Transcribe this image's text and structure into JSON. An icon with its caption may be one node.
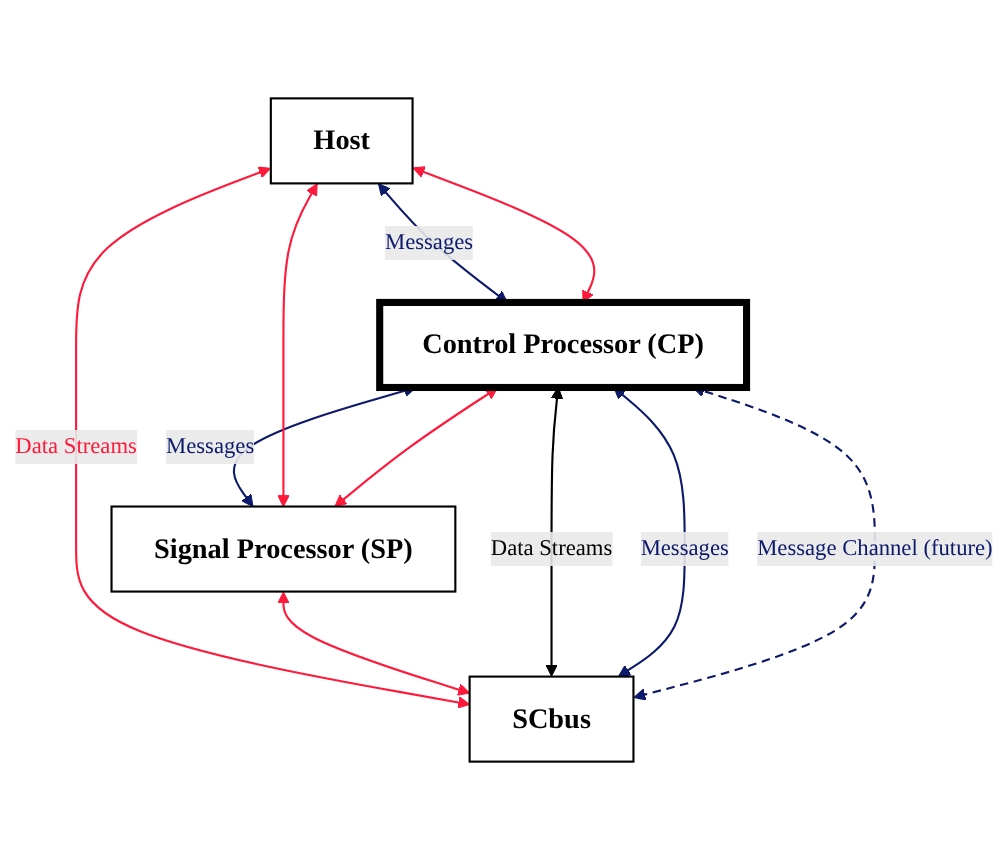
{
  "diagram": {
    "nodes": [
      {
        "text": [
          "Host"
        ]
      },
      {
        "text": [
          "Control Processor (CP)"
        ]
      },
      {
        "text": [
          "Signal Processor (SP)"
        ]
      },
      {
        "text": [
          "SCbus"
        ]
      }
    ],
    "edges": [
      {
        "from": 0,
        "to": 1,
        "arrow": "both",
        "label": "Messages",
        "color": "#0d1a6b"
      },
      {
        "from": 1,
        "to": 2,
        "arrow": "both",
        "label": "Messages",
        "color": "#0d1a6b"
      },
      {
        "from": 0,
        "to": 3,
        "arrow": "both",
        "label": "Data Streams"
      },
      {
        "from": 0,
        "to": 2,
        "arrow": "both"
      },
      {
        "from": 0,
        "to": 1,
        "arrow": "both"
      },
      {
        "from": 1,
        "to": 2,
        "arrow": "both"
      },
      {
        "from": 2,
        "to": 3,
        "arrow": "both"
      },
      {
        "from": 3,
        "to": 1,
        "arrow": "both",
        "label": "Data Streams",
        "color": "#000000"
      },
      {
        "from": 3,
        "to": 1,
        "arrow": "both",
        "label": "Messages",
        "color": "#0d1a6b"
      },
      {
        "from": 3,
        "to": 1,
        "arrow": "both",
        "label": "Message Channel (future)",
        "style": "dashed",
        "color": "#0d1a6b"
      }
    ]
  }
}
